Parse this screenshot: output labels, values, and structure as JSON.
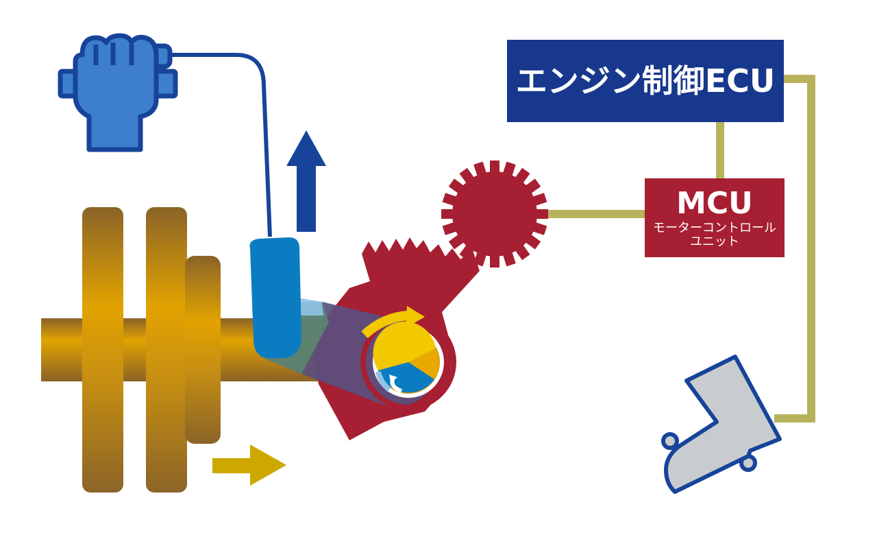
{
  "diagram": {
    "ecu": {
      "label": "エンジン制御ECU",
      "color": "#17388c"
    },
    "mcu": {
      "title": "MCU",
      "subtitle_line1": "モーターコントロール",
      "subtitle_line2": "ユニット",
      "color": "#a71f32"
    },
    "connector_color": "#b8b25c",
    "components": [
      {
        "name": "hand-on-clutch-lever",
        "icon": "hand-grip-icon",
        "color": "#3d7fcc"
      },
      {
        "name": "clutch-discs",
        "icon": "clutch-icon",
        "color": "#c8920f"
      },
      {
        "name": "release-arm",
        "icon": "release-lever-icon",
        "color": "#0a7dc2"
      },
      {
        "name": "sector-gear",
        "icon": "sector-gear-icon",
        "color": "#a71f32"
      },
      {
        "name": "motor-pinion-gear",
        "icon": "gear-icon",
        "color": "#a71f32"
      },
      {
        "name": "cam-shaft",
        "icon": "cam-icon",
        "color": "#f2c800"
      },
      {
        "name": "shift-pedal-boot",
        "icon": "boot-pedal-icon",
        "color": "#c9cccf"
      }
    ],
    "arrows": [
      {
        "name": "lift-arrow",
        "direction": "up",
        "color": "#17449a"
      },
      {
        "name": "push-arrow",
        "direction": "right",
        "color": "#cca800"
      },
      {
        "name": "rotate-arrow",
        "direction": "clockwise",
        "color": "#f2c800"
      }
    ]
  }
}
